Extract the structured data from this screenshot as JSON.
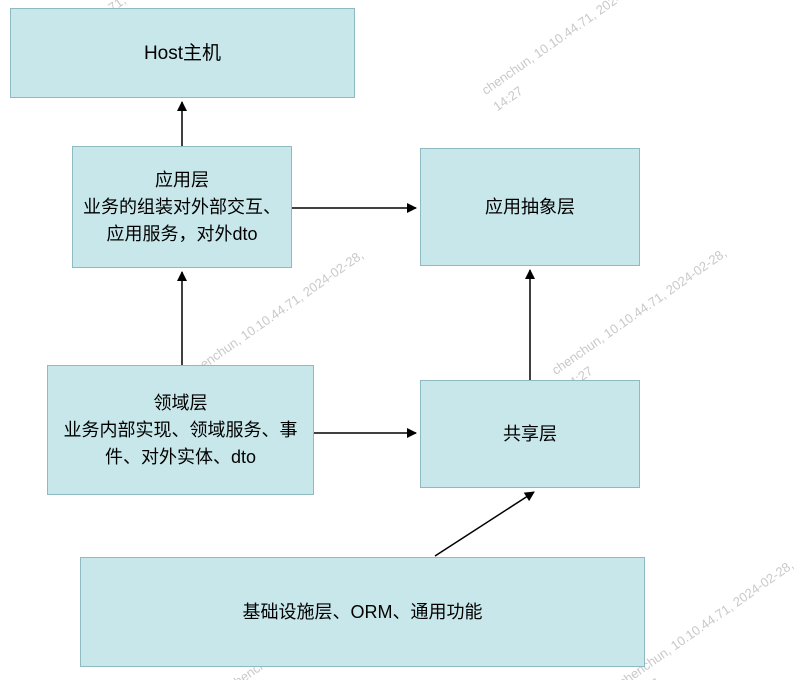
{
  "diagram": {
    "boxes": {
      "host": {
        "label": "Host主机"
      },
      "application": {
        "label": "应用层\n业务的组装对外部交互、应用服务，对外dto"
      },
      "app_abstraction": {
        "label": "应用抽象层"
      },
      "domain": {
        "label": "领域层\n业务内部实现、领域服务、事件、对外实体、dto"
      },
      "shared": {
        "label": "共享层"
      },
      "infrastructure": {
        "label": "基础设施层、ORM、通用功能"
      }
    },
    "watermark": {
      "line1": "chenchun, 10.10.44.71, 2024-02-28,",
      "line2": "14:27"
    },
    "colors": {
      "box_fill": "#c8e7ea",
      "box_border": "#8fbac0",
      "arrow": "#000000",
      "watermark": "#c9c9c9"
    }
  }
}
